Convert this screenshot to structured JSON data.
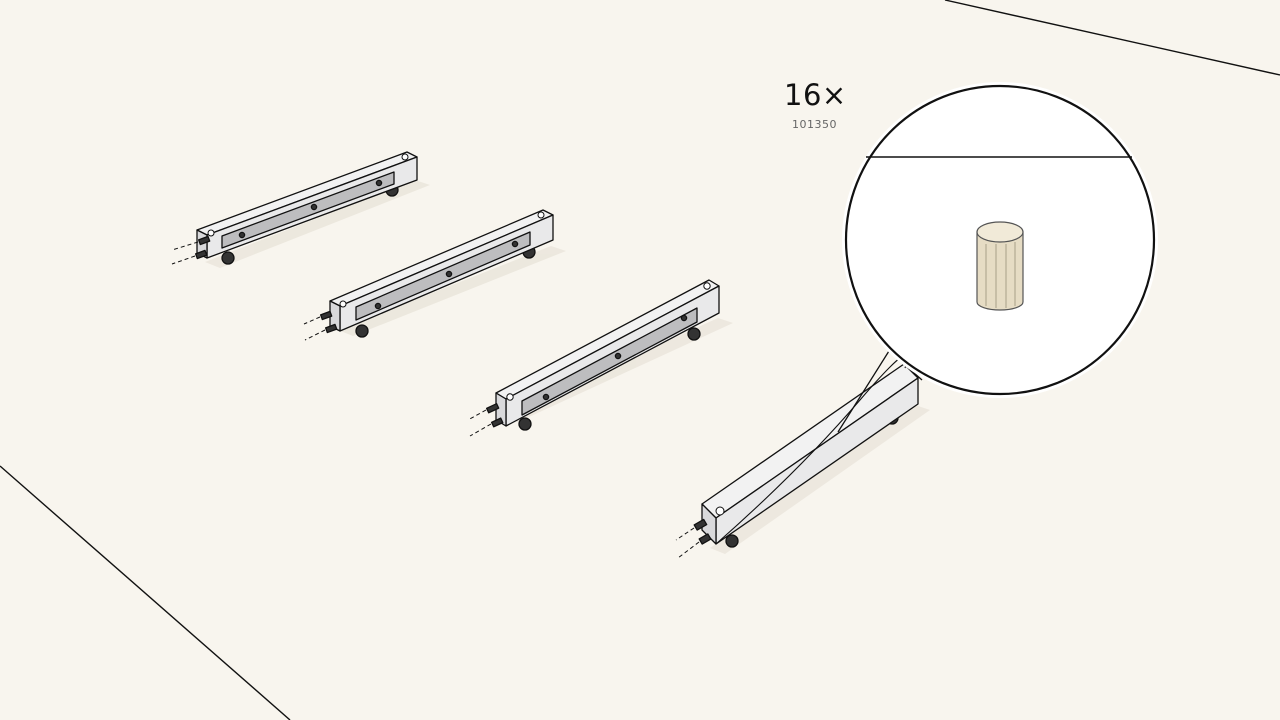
{
  "step": {
    "quantity": "16×",
    "part_number": "101350"
  },
  "colors": {
    "background": "#f8f5ee",
    "line": "#111111",
    "rail_fill": "#e9e9ea",
    "rail_shadow": "#cfcfd1",
    "slot_fill": "#bdbdbf",
    "dowel_fill": "#e6dcc4",
    "dowel_top": "#f1ead8"
  },
  "parts": {
    "rail_count_shown": 4,
    "magnified_part": "wooden dowel"
  }
}
